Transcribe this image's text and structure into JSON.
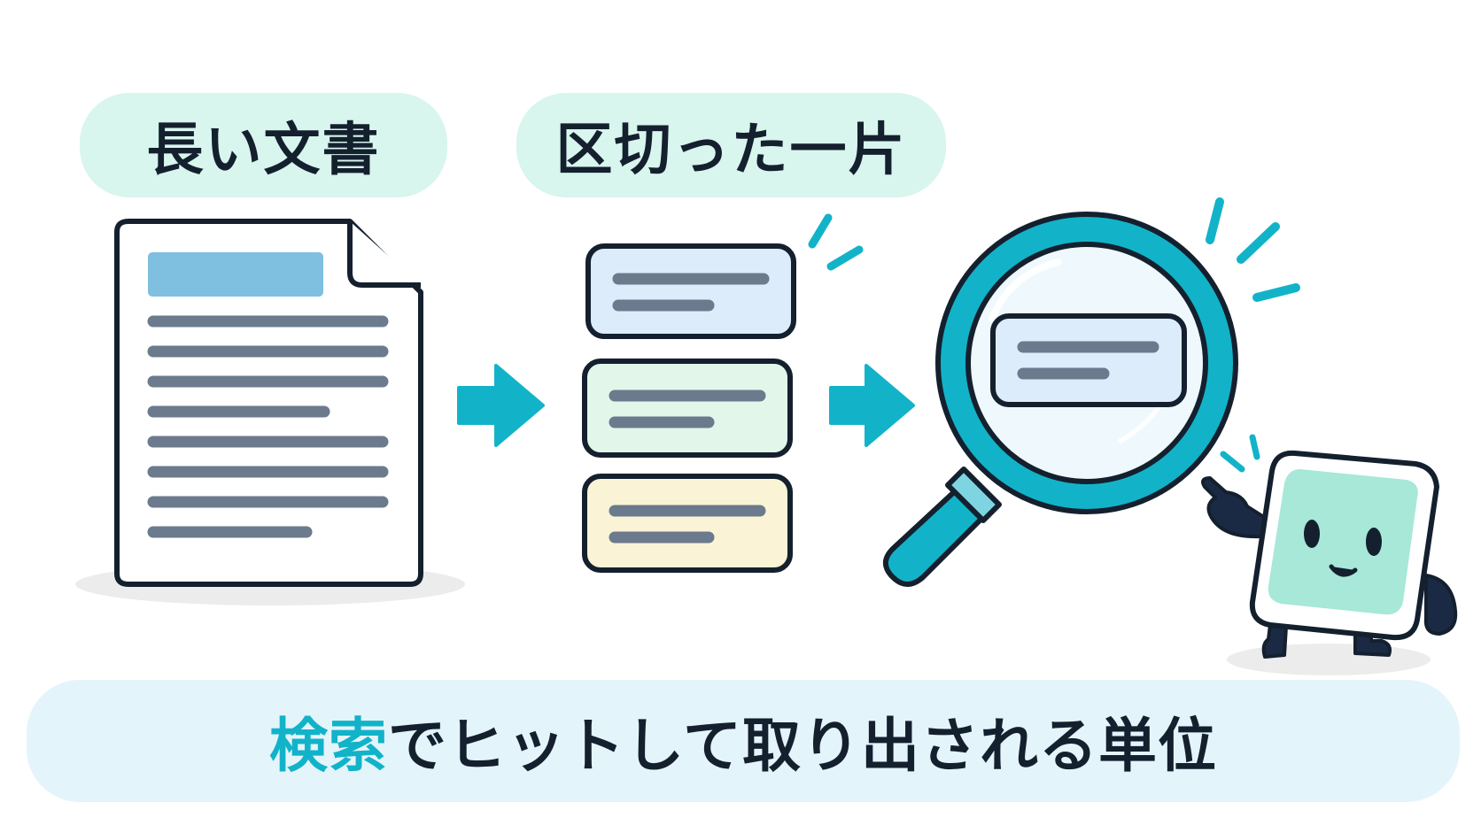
{
  "labels": {
    "long_document": "長い文書",
    "chunk": "区切った一片",
    "caption_highlight": "検索",
    "caption_rest": "でヒットして取り出される単位"
  },
  "icons": {
    "document": "document-icon",
    "arrow": "arrow-right-icon",
    "magnifier": "magnifying-glass-icon",
    "mascot": "chunk-mascot-character"
  },
  "colors": {
    "accent": "#12b3c9",
    "pill_bg": "#d8f5ee",
    "banner_bg": "#e4f4fb",
    "chunk_blue": "#dcecfb",
    "chunk_green": "#e2f7ea",
    "chunk_yellow": "#fbf3d5",
    "outline": "#14202e"
  }
}
